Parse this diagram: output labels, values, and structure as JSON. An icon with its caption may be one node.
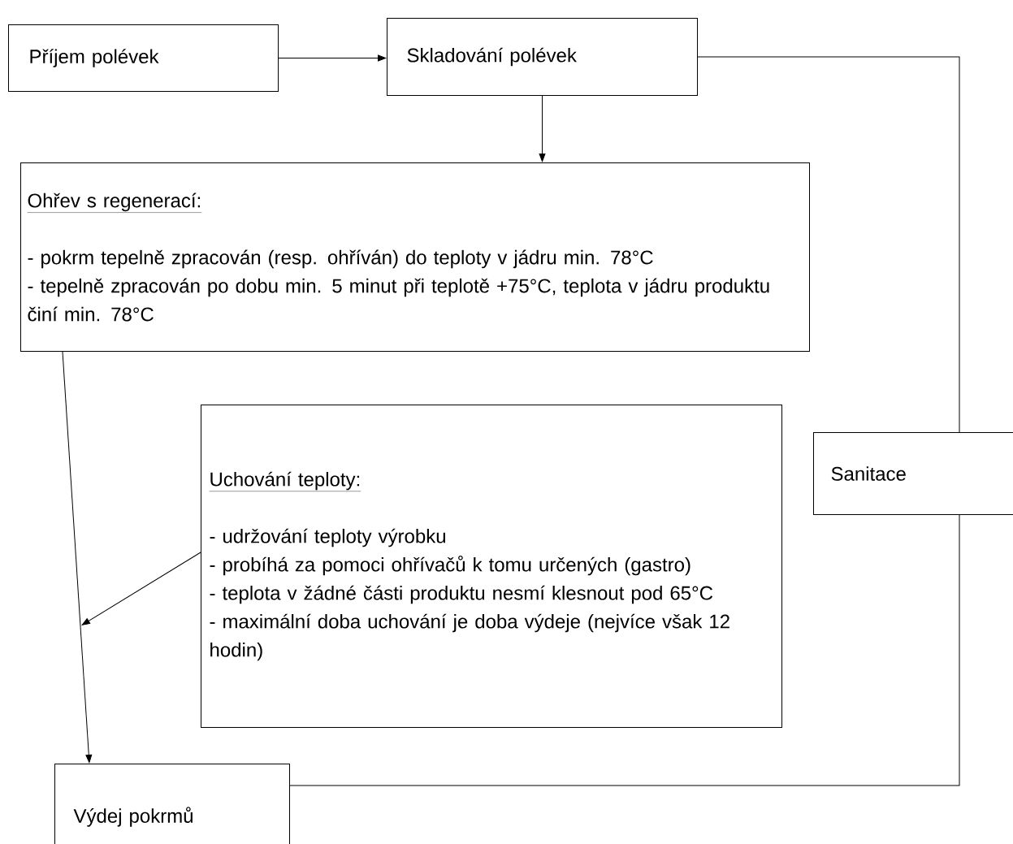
{
  "diagram": {
    "nodes": [
      {
        "text": [
          "Příjem polévek"
        ]
      },
      {
        "text": [
          "Skladování polévek"
        ]
      },
      {
        "text": [
          "Ohřev s regenerací:",
          "- pokrm tepelně zpracován (resp. ohříván) do teploty v jádru min. 78°C",
          "- tepelně zpracován po dobu min. 5 minut při teplotě +75°C, teplota v jádru produktu činí min. 78°C"
        ]
      },
      {
        "text": [
          "Uchování teploty:",
          "- udržování teploty výrobku",
          "- probíhá za pomoci ohřívačů k tomu určených (gastro)",
          "- teplota v žádné části produktu nesmí klesnout pod 65°C",
          "- maximální doba uchování je doba výdeje (nejvíce však 12 hodin)"
        ]
      },
      {
        "text": [
          "Sanitace"
        ]
      },
      {
        "text": [
          "Výdej pokrmů"
        ]
      }
    ],
    "edges": [
      {
        "from": 0,
        "to": 1,
        "arrow": "to"
      },
      {
        "from": 1,
        "to": 2,
        "arrow": "to"
      },
      {
        "from": 1,
        "to": 4,
        "arrow": "none"
      },
      {
        "from": 4,
        "to": 5,
        "arrow": "none"
      },
      {
        "from": 2,
        "to": 5,
        "arrow": "to"
      },
      {
        "from": 3,
        "to": null,
        "arrow": "to"
      }
    ]
  }
}
